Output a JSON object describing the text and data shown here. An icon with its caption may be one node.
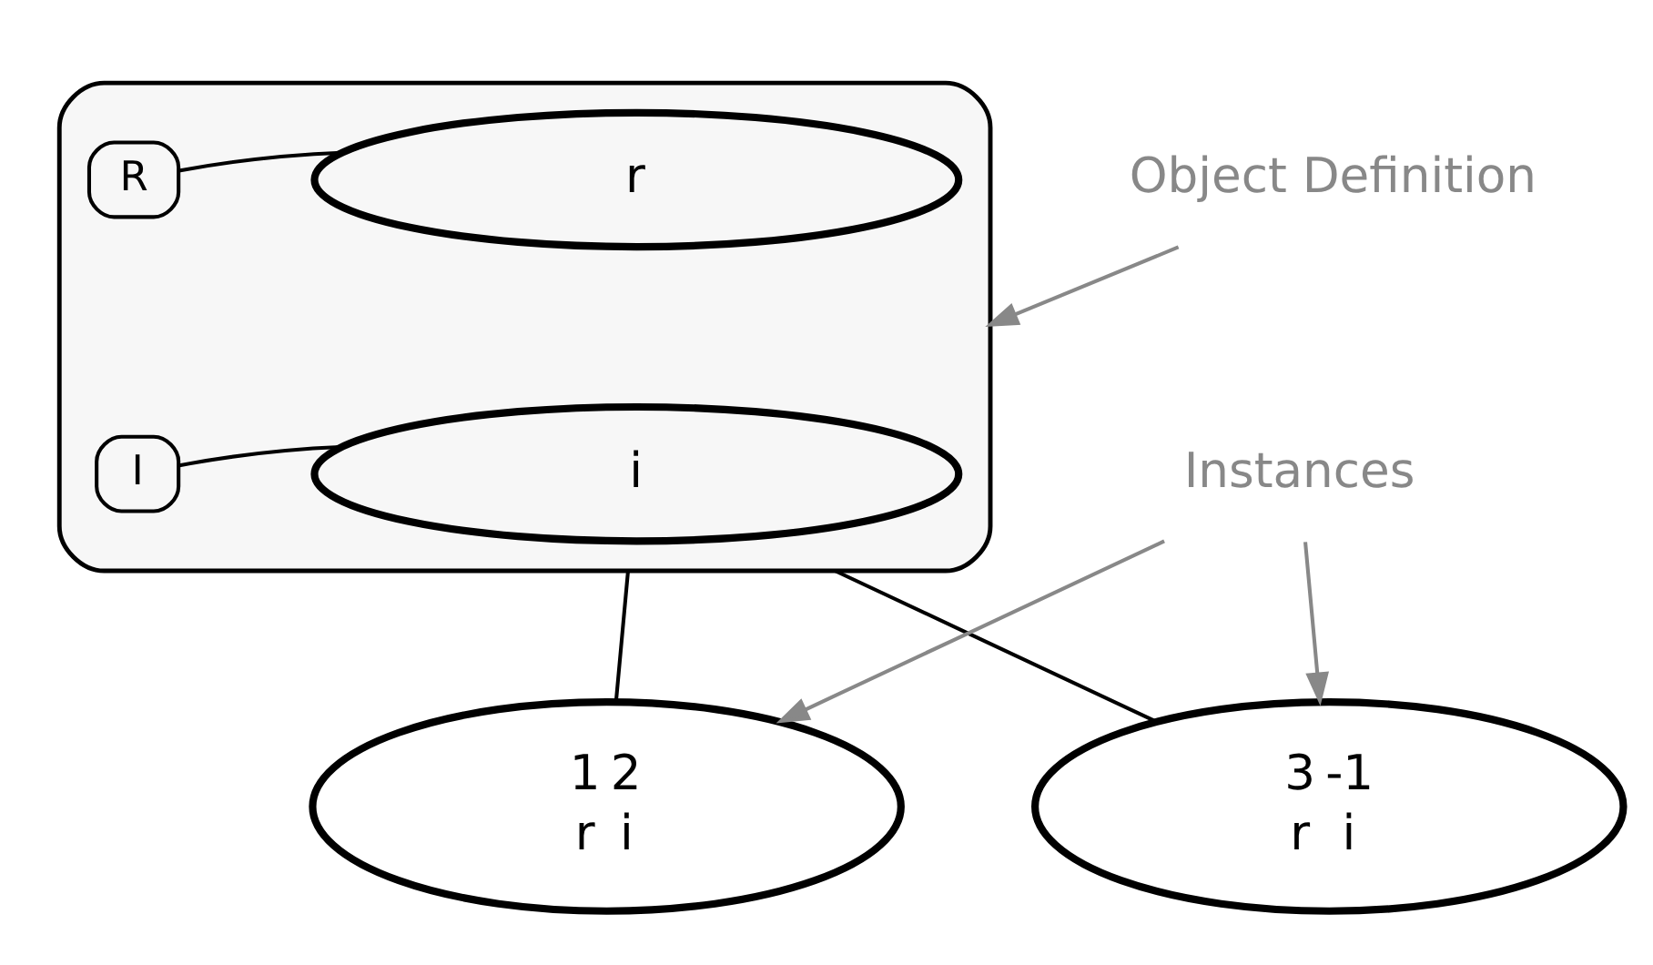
{
  "diagram": {
    "nodes": [
      {
        "text": [
          "Object Definition"
        ]
      },
      {
        "text": [],
        "shape": "ellipse"
      },
      {
        "text": [
          "R"
        ],
        "in": 1
      },
      {
        "text": [
          "r"
        ],
        "in": 1
      },
      {
        "text": [
          "I"
        ],
        "in": 1
      },
      {
        "text": [
          "i"
        ],
        "in": 1
      },
      {
        "text": [
          "1",
          "2",
          "r",
          "i"
        ]
      },
      {
        "text": [
          "3",
          "-1",
          "r",
          "i"
        ]
      },
      {
        "text": [
          "Instances"
        ]
      }
    ],
    "edges": [
      {
        "from": 0,
        "to": 1,
        "arrow": "to",
        "color": "#888888"
      },
      {
        "from": 2,
        "to": 3,
        "arrow": "none"
      },
      {
        "from": 4,
        "to": 5,
        "arrow": "none"
      },
      {
        "from": 1,
        "to": 6,
        "arrow": "none"
      },
      {
        "from": 1,
        "to": 7,
        "arrow": "none"
      },
      {
        "from": 8,
        "to": 6,
        "arrow": "to",
        "color": "#888888"
      },
      {
        "from": 8,
        "to": 7,
        "arrow": "to",
        "color": "#888888"
      }
    ]
  }
}
